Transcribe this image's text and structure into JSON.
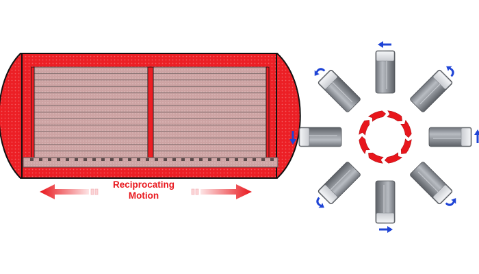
{
  "label": {
    "line1": "Reciprocating",
    "line2": "Motion"
  },
  "colors": {
    "vessel_red": "#ec1f25",
    "outline": "#111111",
    "tray_fill": "#cda3a3",
    "tray_line": "#7a6868",
    "arrow_red": "#e8161c",
    "arrow_pink": "#f39aa0",
    "blue_arrow": "#1f44d6",
    "cylinder_gray": "#8e9298"
  },
  "rotation_rim_units": 8
}
